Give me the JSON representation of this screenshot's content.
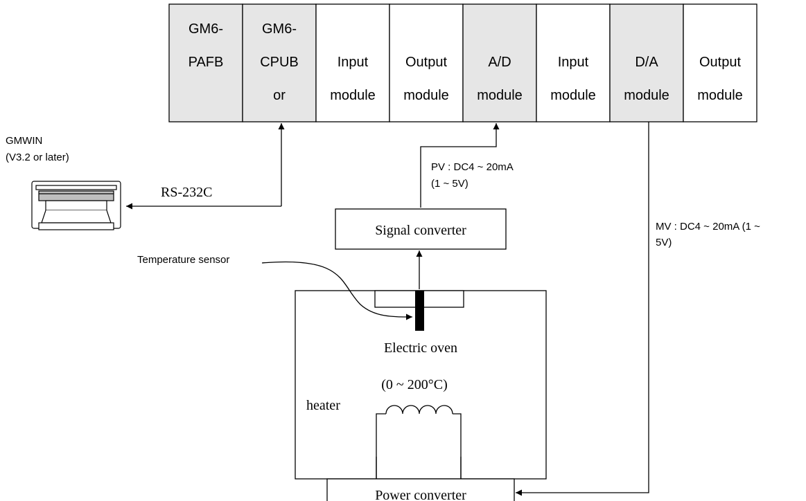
{
  "colors": {
    "shaded": "#e6e6e6",
    "plain": "#ffffff",
    "line": "#000000"
  },
  "rack": {
    "modules": [
      {
        "lines": [
          "GM6-",
          "PAFB",
          ""
        ],
        "shaded": true
      },
      {
        "lines": [
          "GM6-",
          "CPUB",
          "or"
        ],
        "shaded": true
      },
      {
        "lines": [
          "",
          "Input",
          "module"
        ],
        "shaded": false
      },
      {
        "lines": [
          "",
          "Output",
          "module"
        ],
        "shaded": false
      },
      {
        "lines": [
          "",
          "A/D",
          "module"
        ],
        "shaded": true
      },
      {
        "lines": [
          "",
          "Input",
          "module"
        ],
        "shaded": false
      },
      {
        "lines": [
          "",
          "D/A",
          "module"
        ],
        "shaded": true
      },
      {
        "lines": [
          "",
          "Output",
          "module"
        ],
        "shaded": false
      }
    ]
  },
  "pc": {
    "label_line1": "GMWIN",
    "label_line2": "(V3.2 or later)",
    "icon": "computer-icon"
  },
  "links": {
    "rs232": "RS-232C",
    "pv_line1": "PV : DC4 ~ 20mA",
    "pv_line2": "(1 ~ 5V)",
    "mv_line1": "MV : DC4 ~ 20mA (1 ~",
    "mv_line2": "5V)"
  },
  "signal_converter": "Signal converter",
  "temperature_sensor": "Temperature sensor",
  "oven": {
    "name": "Electric oven",
    "range": "(0 ~ 200°C)",
    "heater": "heater"
  },
  "power_converter": "Power converter"
}
